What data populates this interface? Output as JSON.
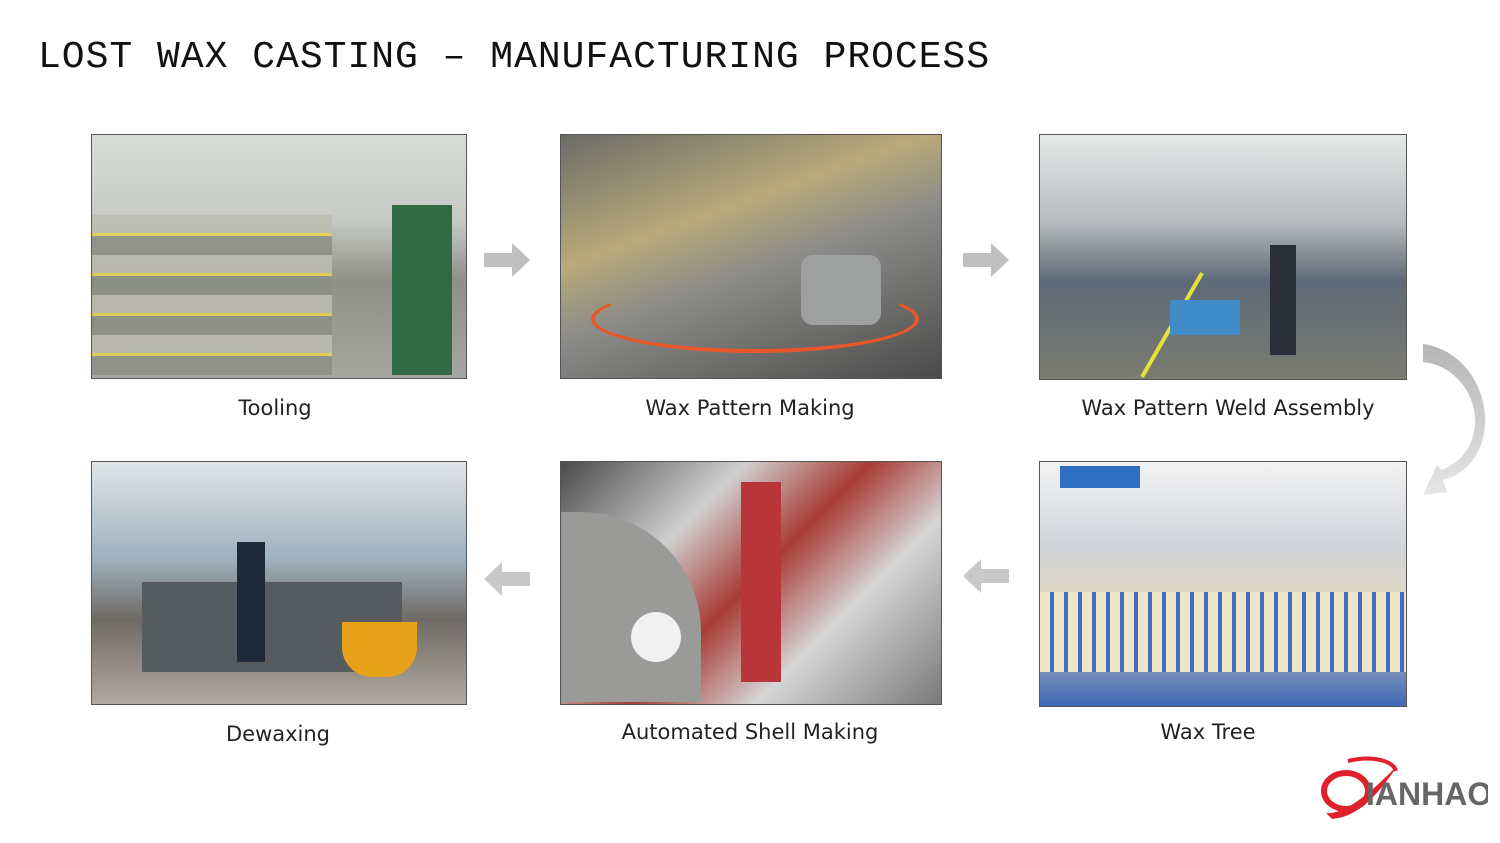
{
  "title": "LOST WAX CASTING – MANUFACTURING PROCESS",
  "steps": [
    {
      "label": "Tooling"
    },
    {
      "label": "Wax Pattern Making"
    },
    {
      "label": "Wax Pattern Weld Assembly"
    },
    {
      "label": "Wax Tree"
    },
    {
      "label": "Automated Shell Making"
    },
    {
      "label": "Dewaxing"
    }
  ],
  "logo": {
    "text": "QIANHAO",
    "colors": {
      "q": "#e0202a",
      "text": "#666666"
    }
  },
  "colors": {
    "arrow": "#bfbfbf"
  }
}
